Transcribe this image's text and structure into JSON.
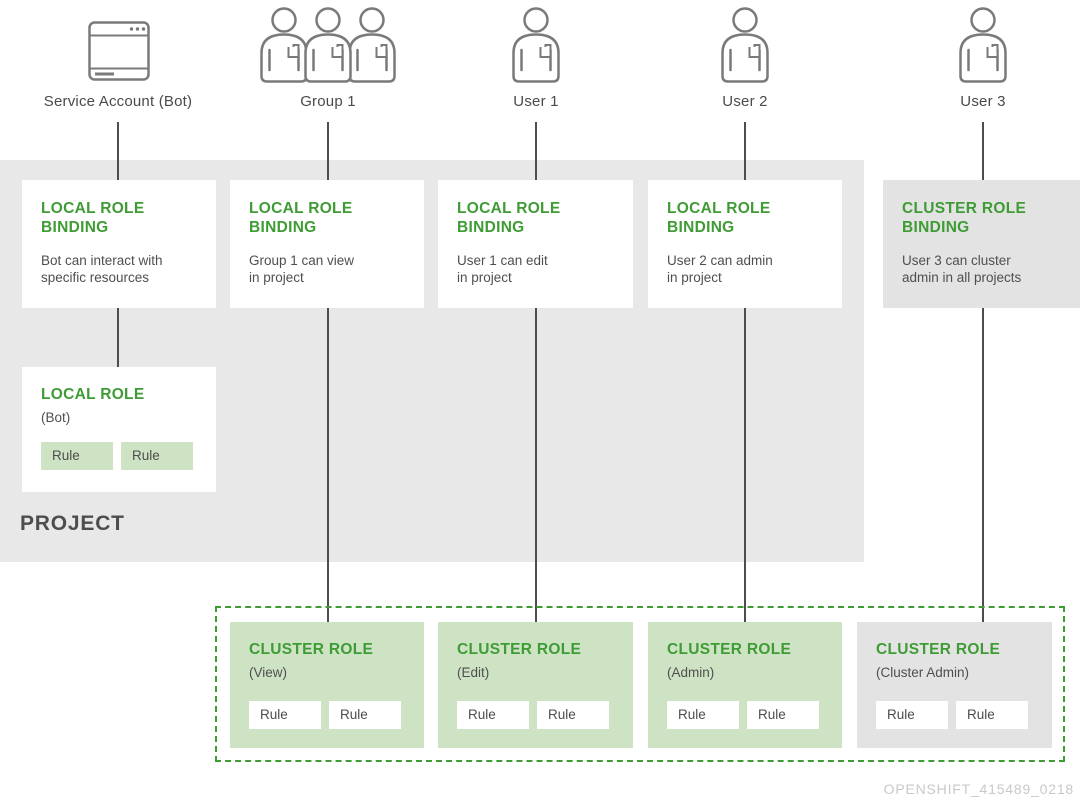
{
  "colors": {
    "accent_green": "#3f9c35",
    "light_green_fill": "#cde3c4",
    "project_gray": "#e8e8e8",
    "gray_card": "#e3e3e3",
    "text_gray": "#4d4d4d"
  },
  "entities": [
    {
      "label": "Service Account (Bot)",
      "icon": "app-window-icon"
    },
    {
      "label": "Group 1",
      "icon": "group-icon"
    },
    {
      "label": "User 1",
      "icon": "user-icon"
    },
    {
      "label": "User 2",
      "icon": "user-icon"
    },
    {
      "label": "User 3",
      "icon": "user-icon"
    }
  ],
  "project": {
    "label": "PROJECT"
  },
  "bindings": [
    {
      "title": "LOCAL ROLE\nBINDING",
      "desc": "Bot can interact with\nspecific resources"
    },
    {
      "title": "LOCAL ROLE\nBINDING",
      "desc": "Group 1 can view\nin project"
    },
    {
      "title": "LOCAL ROLE\nBINDING",
      "desc": "User 1 can edit\nin project"
    },
    {
      "title": "LOCAL ROLE\nBINDING",
      "desc": "User 2 can admin\nin project"
    },
    {
      "title": "CLUSTER ROLE\nBINDING",
      "desc": "User 3 can cluster\nadmin in all projects"
    }
  ],
  "local_role": {
    "title": "LOCAL ROLE",
    "subtitle": "(Bot)",
    "rules": [
      "Rule",
      "Rule"
    ]
  },
  "cluster_roles": [
    {
      "title": "CLUSTER ROLE",
      "subtitle": "(View)",
      "rules": [
        "Rule",
        "Rule"
      ]
    },
    {
      "title": "CLUSTER ROLE",
      "subtitle": "(Edit)",
      "rules": [
        "Rule",
        "Rule"
      ]
    },
    {
      "title": "CLUSTER ROLE",
      "subtitle": "(Admin)",
      "rules": [
        "Rule",
        "Rule"
      ]
    },
    {
      "title": "CLUSTER ROLE",
      "subtitle": "(Cluster Admin)",
      "rules": [
        "Rule",
        "Rule"
      ]
    }
  ],
  "watermark": "OPENSHIFT_415489_0218"
}
